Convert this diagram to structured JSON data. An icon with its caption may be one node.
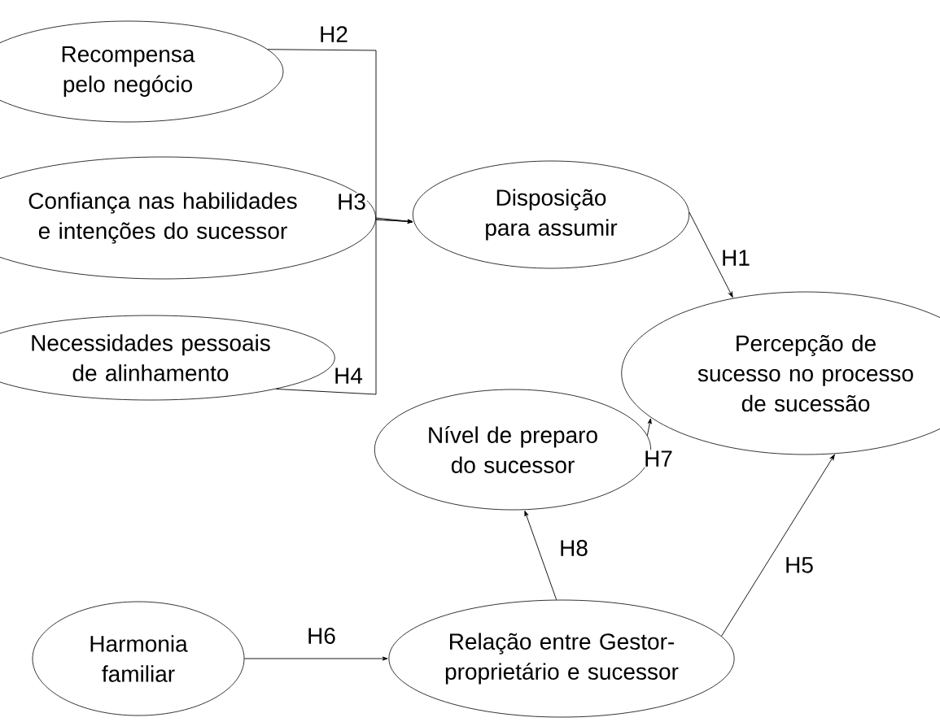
{
  "diagram": {
    "nodes": [
      {
        "text": [
          "Recompensa pelo negócio"
        ]
      },
      {
        "text": [
          "Confiança nas habilidades e intenções do sucessor"
        ]
      },
      {
        "text": [
          "Necessidades pessoais de alinhamento"
        ]
      },
      {
        "text": [
          "Disposição para assumir"
        ]
      },
      {
        "text": [
          "Percepção de sucesso no processo de sucessão"
        ]
      },
      {
        "text": [
          "Nível de preparo do sucessor"
        ]
      },
      {
        "text": [
          "Harmonia familiar"
        ]
      },
      {
        "text": [
          "Relação entre Gestor-proprietário e sucessor"
        ]
      }
    ],
    "edges": [
      {
        "from": 0,
        "to": 3,
        "arrow": "to",
        "label": "H2"
      },
      {
        "from": 1,
        "to": 3,
        "arrow": "to",
        "label": "H3"
      },
      {
        "from": 2,
        "to": 3,
        "arrow": "to",
        "label": "H4"
      },
      {
        "from": 3,
        "to": 4,
        "arrow": "to",
        "label": "H1"
      },
      {
        "from": 5,
        "to": 4,
        "arrow": "to",
        "label": "H7"
      },
      {
        "from": 7,
        "to": 5,
        "arrow": "to",
        "label": "H8"
      },
      {
        "from": 7,
        "to": 4,
        "arrow": "to",
        "label": "H5"
      },
      {
        "from": 6,
        "to": 7,
        "arrow": "to",
        "label": "H6"
      }
    ]
  }
}
